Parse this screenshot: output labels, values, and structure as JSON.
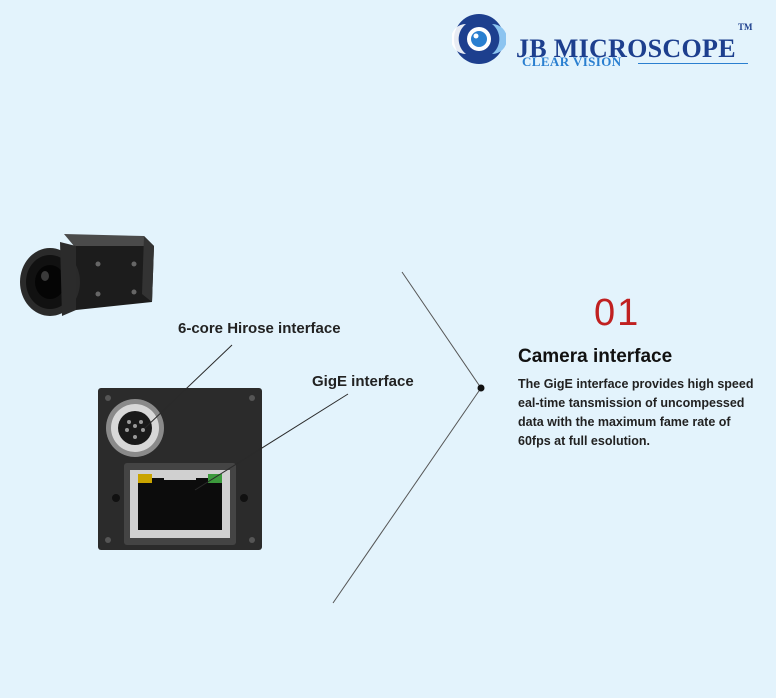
{
  "brand": {
    "name": "JB MICROSCOPE",
    "trademark": "TM",
    "tagline": "CLEAR VISION",
    "colors": {
      "primary": "#1d3f8e",
      "accent": "#2a7fd0"
    }
  },
  "product_images": {
    "camera_body": "industrial-camera-icon",
    "camera_rear_panel": "camera-rear-panel-icon"
  },
  "callouts": {
    "hirose": "6-core Hirose interface",
    "gige": "GigE interface"
  },
  "feature": {
    "number": "01",
    "number_color": "#c02020",
    "title": "Camera interface",
    "description": "The GigE interface provides high speed eal-time tansmission of uncompessed data with the maximum fame rate of 60fps at full esolution."
  }
}
